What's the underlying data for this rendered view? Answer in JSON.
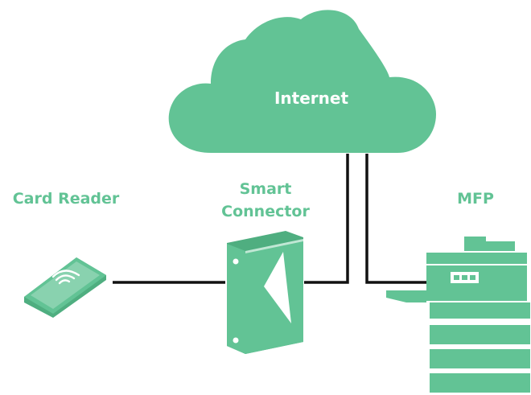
{
  "diagram": {
    "nodes": {
      "internet": {
        "label": "Internet"
      },
      "card_reader": {
        "label": "Card Reader"
      },
      "smart_connector": {
        "label_line1": "Smart",
        "label_line2": "Connector"
      },
      "mfp": {
        "label": "MFP"
      }
    },
    "edges": [
      {
        "from": "card_reader",
        "to": "smart_connector"
      },
      {
        "from": "smart_connector",
        "to": "internet"
      },
      {
        "from": "internet",
        "to": "mfp"
      }
    ]
  },
  "colors": {
    "accent": "#62c395",
    "accent_dark": "#4fae80",
    "label_on_cloud": "#ffffff",
    "connector_line": "#111111",
    "background": "#ffffff"
  }
}
